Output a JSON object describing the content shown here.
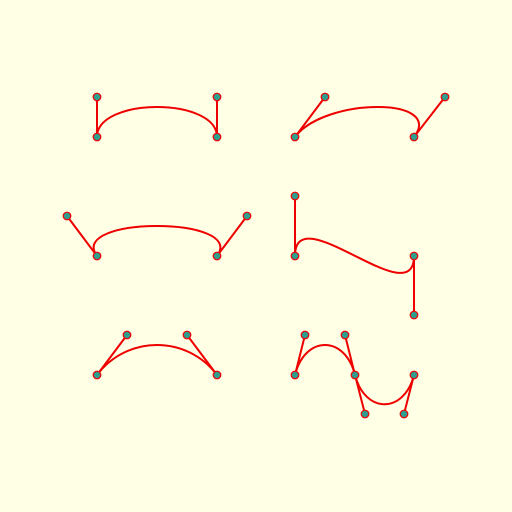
{
  "colors": {
    "background": "#ffffe6",
    "curve": "#ee0000",
    "control_point": "#2e9e8e"
  },
  "diagram": {
    "kind": "cubic-bezier-examples",
    "shape": "canvas-drawing",
    "curves": [
      {
        "name": "bezier-1",
        "segments": [
          {
            "p0": [
              97,
              137
            ],
            "c1": [
              97,
              97
            ],
            "c2": [
              217,
              97
            ],
            "p1": [
              217,
              137
            ]
          }
        ]
      },
      {
        "name": "bezier-2",
        "segments": [
          {
            "p0": [
              295,
              137
            ],
            "c1": [
              325,
              97
            ],
            "c2": [
              445,
              97
            ],
            "p1": [
              414,
              137
            ]
          }
        ]
      },
      {
        "name": "bezier-3",
        "segments": [
          {
            "p0": [
              97,
              256
            ],
            "c1": [
              67,
              216
            ],
            "c2": [
              247,
              216
            ],
            "p1": [
              217,
              256
            ]
          }
        ]
      },
      {
        "name": "bezier-4",
        "segments": [
          {
            "p0": [
              295,
              256
            ],
            "c1": [
              295,
              196
            ],
            "c2": [
              414,
              315
            ],
            "p1": [
              414,
              256
            ]
          }
        ]
      },
      {
        "name": "bezier-5",
        "segments": [
          {
            "p0": [
              97,
              375
            ],
            "c1": [
              127,
              335
            ],
            "c2": [
              187,
              335
            ],
            "p1": [
              217,
              375
            ]
          }
        ]
      },
      {
        "name": "bezier-6",
        "segments": [
          {
            "p0": [
              295,
              375
            ],
            "c1": [
              305,
              335
            ],
            "c2": [
              345,
              335
            ],
            "p1": [
              355,
              375
            ]
          },
          {
            "p0": [
              355,
              375
            ],
            "c1": [
              365,
              414
            ],
            "c2": [
              404,
              414
            ],
            "p1": [
              414,
              375
            ]
          }
        ]
      }
    ]
  }
}
